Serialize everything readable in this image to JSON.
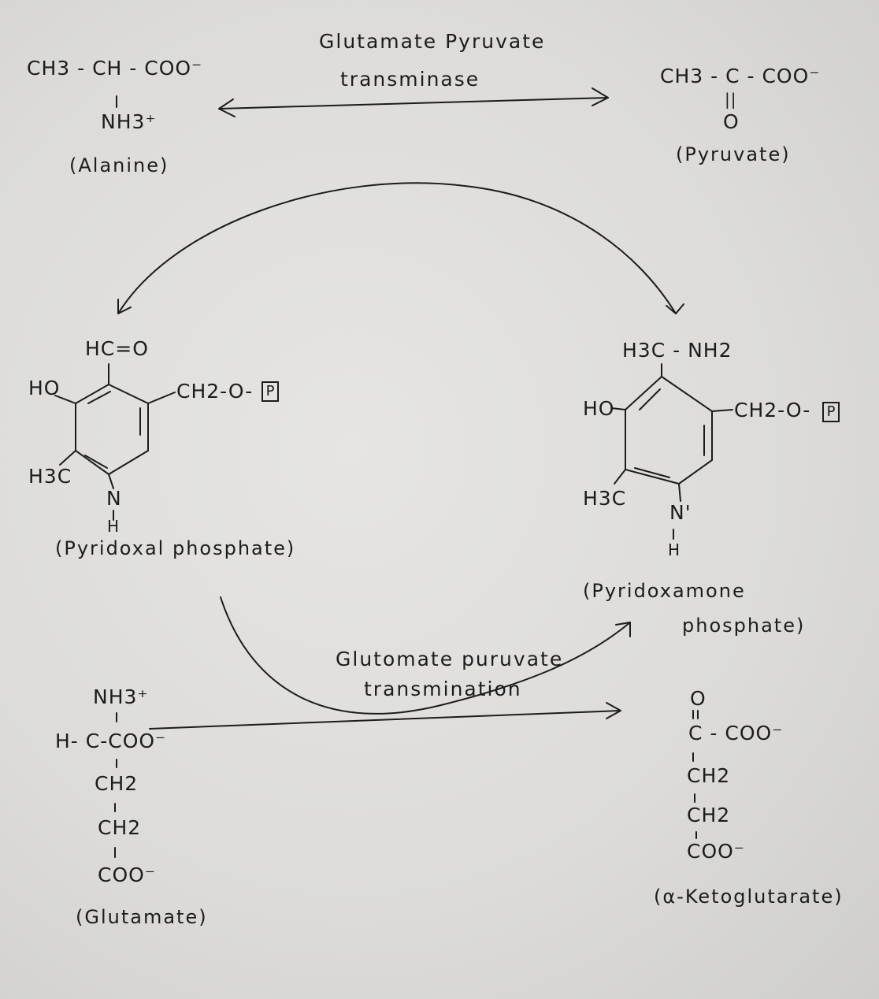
{
  "top_enzyme": {
    "line1": "Glutamate Pyruvate",
    "line2": "transminase"
  },
  "alanine": {
    "formula": "CH3 - CH - COO⁻",
    "bond": "|",
    "amine": "NH3⁺",
    "name": "(Alanine)"
  },
  "pyruvate": {
    "formula": "CH3 - C - COO⁻",
    "carbonyl_bond": "||",
    "oxygen": "O",
    "name": "(Pyruvate)"
  },
  "pyridoxal": {
    "aldehyde": "HC=O",
    "hydroxyl": "HO",
    "side_chain": "CH2-O-",
    "phosphate": "P",
    "methyl": "H3C",
    "nitrogen": "N",
    "hydrogen": "H",
    "name": "(Pyridoxal phosphate)"
  },
  "pyridoxamine": {
    "amine": "H3C - NH2",
    "hydroxyl": "HO",
    "side_chain": "CH2-O-",
    "phosphate": "P",
    "methyl": "H3C",
    "nitrogen": "N'",
    "hydrogen": "H",
    "name_line1": "(Pyridoxamone",
    "name_line2": "phosphate)"
  },
  "bottom_enzyme": {
    "line1": "Glutomate puruvate",
    "line2": "transmination"
  },
  "glutamate": {
    "amine": "NH3⁺",
    "alpha": "H- C-COO⁻",
    "ch2_a": "CH2",
    "ch2_b": "CH2",
    "carboxyl": "COO⁻",
    "name": "(Glutamate)"
  },
  "ketoglutarate": {
    "oxygen": "O",
    "keto": "C - COO⁻",
    "ch2_a": "CH2",
    "ch2_b": "CH2",
    "carboxyl": "COO⁻",
    "name": "(α-Ketoglutarate)"
  }
}
